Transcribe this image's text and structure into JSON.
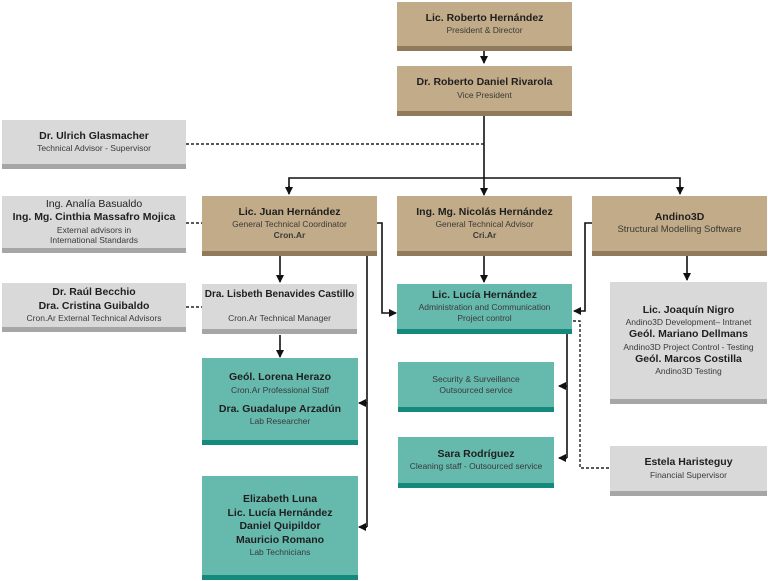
{
  "org_chart": {
    "president": {
      "name": "Lic. Roberto Hernández",
      "role": "President & Director"
    },
    "vice_president": {
      "name": "Dr. Roberto Daniel Rivarola",
      "role": "Vice President"
    },
    "technical_advisor": {
      "name": "Dr. Ulrich Glasmacher",
      "role": "Technical Advisor - Supervisor"
    },
    "external_advisors": {
      "names": [
        "Ing. Analía Basualdo",
        "Ing. Mg. Cinthia Massafro Mojica"
      ],
      "roles": [
        "External advisors in",
        "International Standards"
      ]
    },
    "cronar_external": {
      "names": [
        "Dr. Raúl Becchio",
        "Dra. Cristina Guibaldo"
      ],
      "role": "Cron.Ar External Technical Advisors"
    },
    "juan": {
      "name": "Lic. Juan Hernández",
      "role": "General Technical Coordinator",
      "org": "Cron.Ar"
    },
    "nicolas": {
      "name": "Ing. Mg. Nicolás Hernández",
      "role": "General Technical Advisor",
      "org": "Cri.Ar"
    },
    "andino": {
      "name": "Andino3D",
      "role": "Structural Modelling Software"
    },
    "lisbeth": {
      "name": "Dra. Lisbeth Benavides Castillo",
      "role": "Cron.Ar Technical Manager"
    },
    "lucia_admin": {
      "name": "Lic. Lucía Hernández",
      "roles": [
        "Administration and Communication",
        "Project control"
      ]
    },
    "andino_team": {
      "members": [
        {
          "name": "Lic. Joaquín Nigro",
          "role": "Andino3D Development– Intranet"
        },
        {
          "name": "Geól. Mariano Dellmans",
          "role": "Andino3D Project Control - Testing"
        },
        {
          "name": "Geól. Marcos Costilla",
          "role": "Andino3D Testing"
        }
      ]
    },
    "staff": {
      "members": [
        {
          "name": "Geól. Lorena Herazo",
          "role": "Cron.Ar Professional Staff"
        },
        {
          "name": "Dra. Guadalupe Arzadún",
          "role": "Lab Researcher"
        }
      ]
    },
    "security": {
      "roles": [
        "Security & Surveillance",
        "Outsourced service"
      ]
    },
    "cleaning": {
      "name": "Sara Rodríguez",
      "role": "Cleaning staff - Outsourced service"
    },
    "financial": {
      "name": "Estela Haristeguy",
      "role": "Financial Supervisor"
    },
    "lab_techs": {
      "names": [
        "Elizabeth Luna",
        "Lic. Lucía Hernández",
        "Daniel Quipildor",
        "Mauricio Romano"
      ],
      "role": "Lab Technicians"
    }
  },
  "colors": {
    "tan": "#c2ab88",
    "grey": "#d9d9d9",
    "teal": "#66b9ad"
  }
}
